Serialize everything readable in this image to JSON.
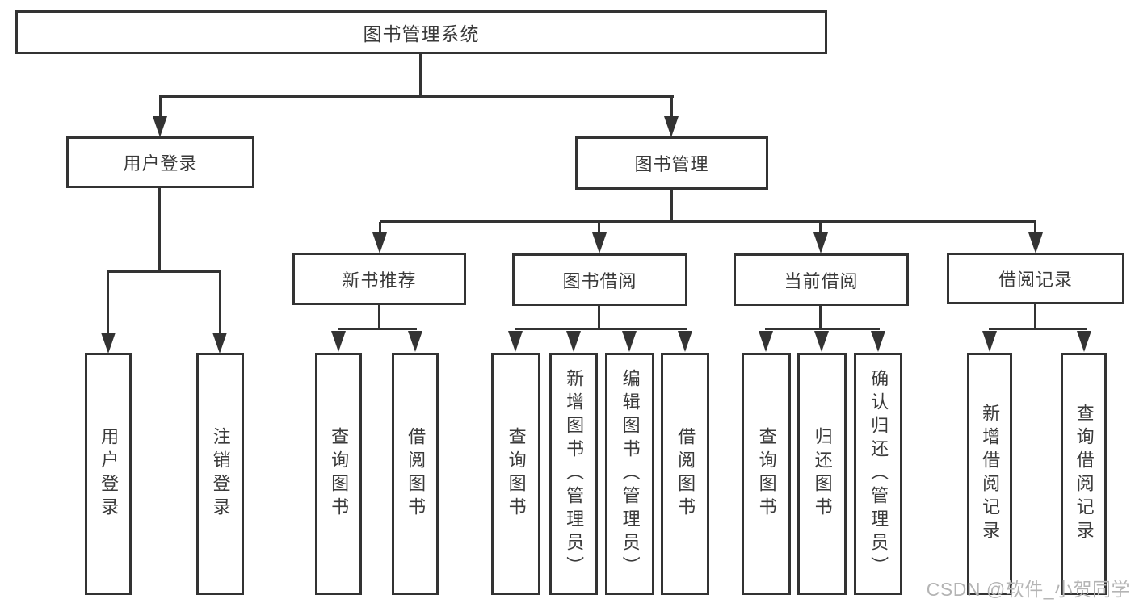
{
  "tree": {
    "label": "图书管理系统",
    "children": [
      {
        "label": "用户登录",
        "children": [
          {
            "label": "用户登录"
          },
          {
            "label": "注销登录"
          }
        ]
      },
      {
        "label": "图书管理",
        "children": [
          {
            "label": "新书推荐",
            "children": [
              {
                "label": "查询图书"
              },
              {
                "label": "借阅图书"
              }
            ]
          },
          {
            "label": "图书借阅",
            "children": [
              {
                "label": "查询图书"
              },
              {
                "label": "新增图书（管理员）"
              },
              {
                "label": "编辑图书（管理员）"
              },
              {
                "label": "借阅图书"
              }
            ]
          },
          {
            "label": "当前借阅",
            "children": [
              {
                "label": "查询图书"
              },
              {
                "label": "归还图书"
              },
              {
                "label": "确认归还（管理员）"
              }
            ]
          },
          {
            "label": "借阅记录",
            "children": [
              {
                "label": "新增借阅记录"
              },
              {
                "label": "查询借阅记录"
              }
            ]
          }
        ]
      }
    ]
  },
  "watermark": {
    "text": "CSDN @软件_小贺同学"
  },
  "colors": {
    "line": "#333333",
    "text": "#3a3a3a",
    "background": "#ffffff",
    "watermark": "#b4b4b4"
  }
}
